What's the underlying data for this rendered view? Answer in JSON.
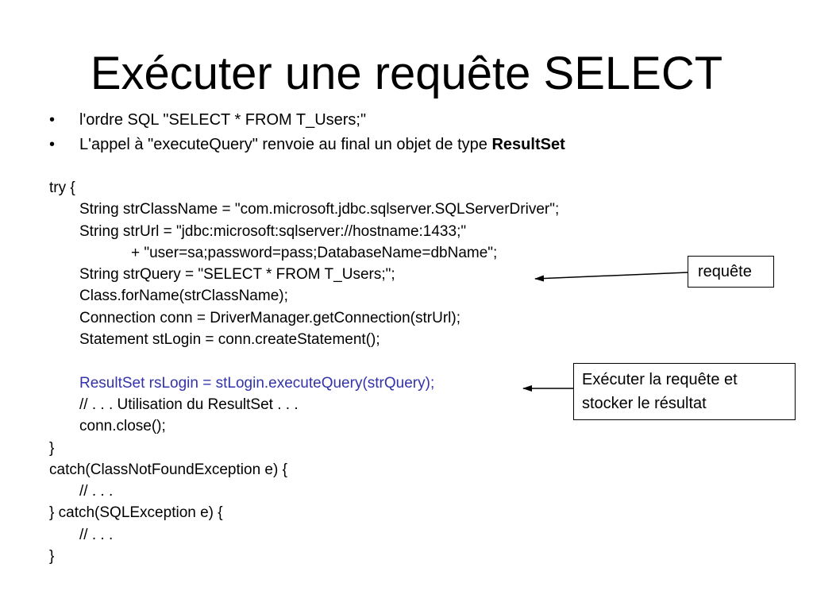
{
  "slide": {
    "title": "Exécuter une requête SELECT"
  },
  "bullets": [
    {
      "text": "l'ordre SQL \"SELECT * FROM T_Users;\"",
      "bold_suffix": ""
    },
    {
      "text": "L'appel à \"executeQuery\" renvoie au final un objet de type ",
      "bold_suffix": "ResultSet"
    }
  ],
  "code": {
    "lines": [
      "try {",
      "String strClassName = \"com.microsoft.jdbc.sqlserver.SQLServerDriver\";",
      "String strUrl = \"jdbc:microsoft:sqlserver://hostname:1433;\"",
      "+ \"user=sa;password=pass;DatabaseName=dbName\";",
      "String strQuery = \"SELECT * FROM T_Users;\";",
      "Class.forName(strClassName);",
      "Connection conn = DriverManager.getConnection(strUrl);",
      "Statement stLogin = conn.createStatement();",
      "",
      "ResultSet rsLogin = stLogin.executeQuery(strQuery);",
      "// . . . Utilisation du ResultSet . . .",
      "conn.close();",
      "}",
      "catch(ClassNotFoundException e) {",
      "// . . .",
      "} catch(SQLException e) {",
      "// . . .",
      "}"
    ]
  },
  "callouts": {
    "requete": "requête",
    "executer_line1": "Exécuter la requête et",
    "executer_line2": "stocker le résultat"
  },
  "colors": {
    "text": "#000000",
    "highlight": "#3333aa",
    "background": "#ffffff"
  }
}
